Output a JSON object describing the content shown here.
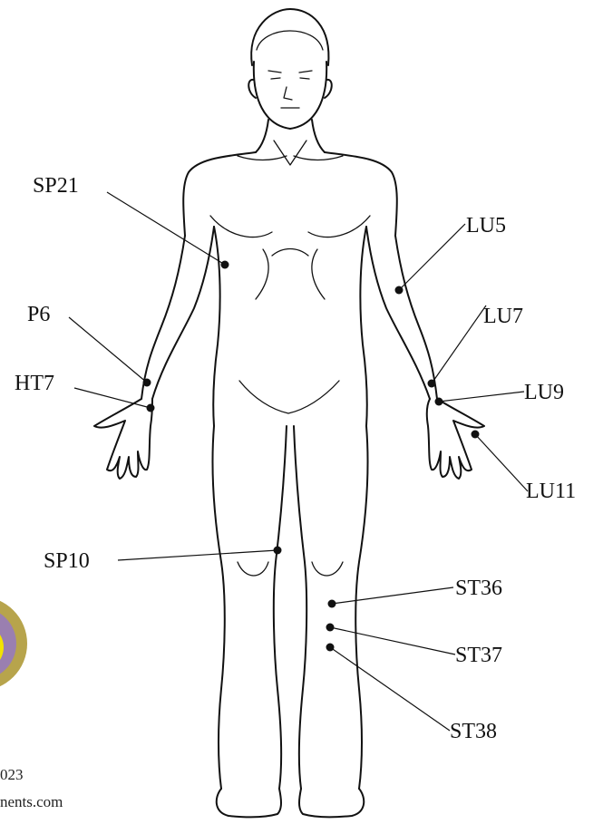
{
  "points": [
    {
      "name": "SP21",
      "side": "left"
    },
    {
      "name": "P6",
      "side": "left"
    },
    {
      "name": "HT7",
      "side": "left"
    },
    {
      "name": "SP10",
      "side": "left"
    },
    {
      "name": "LU5",
      "side": "right"
    },
    {
      "name": "LU7",
      "side": "right"
    },
    {
      "name": "LU9",
      "side": "right"
    },
    {
      "name": "LU11",
      "side": "right"
    },
    {
      "name": "ST36",
      "side": "right"
    },
    {
      "name": "ST37",
      "side": "right"
    },
    {
      "name": "ST38",
      "side": "right"
    }
  ],
  "copyright": {
    "year_fragment": "023",
    "site_fragment": "nents.com"
  },
  "colors": {
    "line": "#111111",
    "logo_outer": "#b7a44c",
    "logo_mid": "#9a7fb0",
    "logo_center": "#f2e300"
  }
}
